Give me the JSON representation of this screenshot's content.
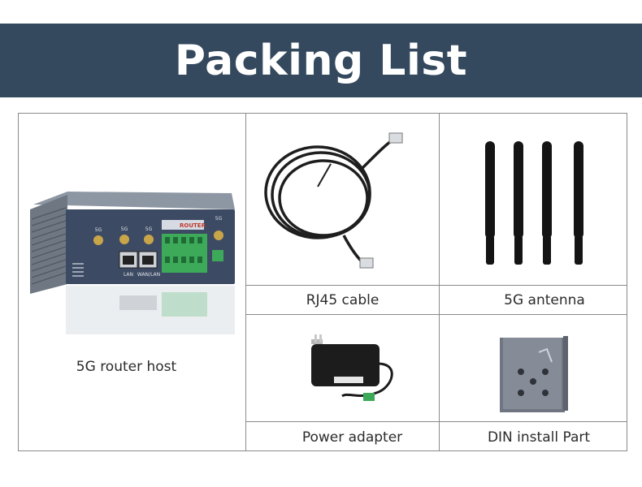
{
  "header": {
    "title": "Packing List"
  },
  "items": [
    {
      "label": "5G router host",
      "icon": "router-image"
    },
    {
      "label": "RJ45 cable",
      "icon": "cable-image"
    },
    {
      "label": "5G antenna",
      "icon": "antenna-image"
    },
    {
      "label": "Power adapter",
      "icon": "adapter-image"
    },
    {
      "label": "DIN install Part",
      "icon": "din-rail-image"
    }
  ],
  "router_labels": {
    "brand": "ROUTER",
    "port_lan": "LAN",
    "port_wanlan": "WAN/LAN",
    "ant_1": "5G",
    "ant_2": "5G",
    "ant_3": "5G",
    "ant_4": "5G"
  },
  "colors": {
    "banner": "#34495e",
    "title": "#ffffff",
    "border": "#8a8a8a"
  }
}
